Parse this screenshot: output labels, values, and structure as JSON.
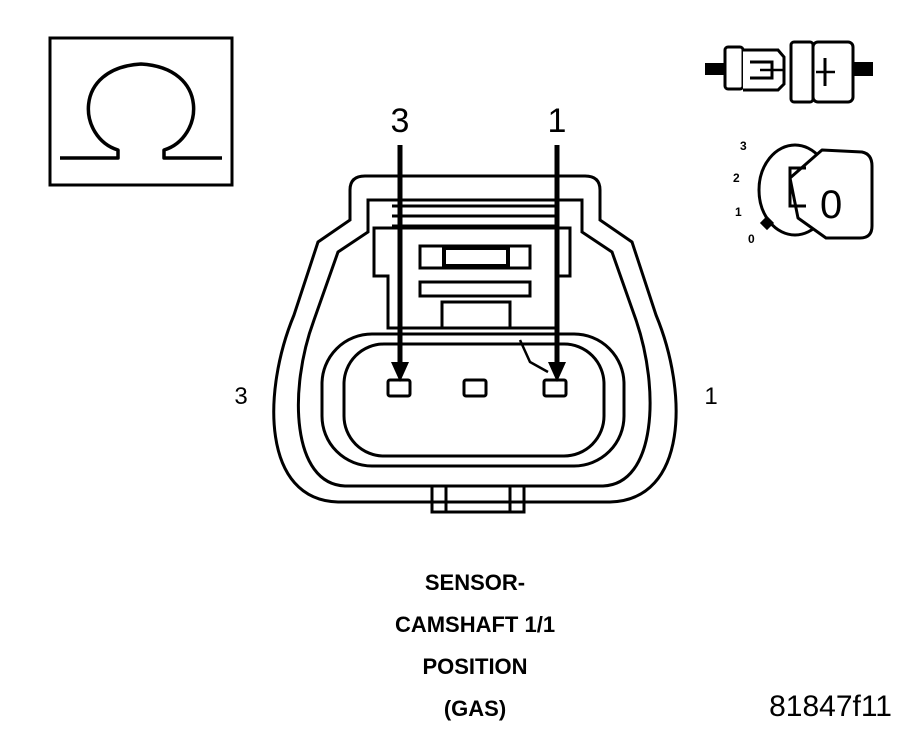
{
  "connector": {
    "callouts": {
      "left": "3",
      "right": "1"
    },
    "side_labels": {
      "left": "3",
      "right": "1"
    }
  },
  "title": {
    "lines": [
      "SENSOR-",
      "CAMSHAFT 1/1",
      "POSITION",
      "(GAS)"
    ]
  },
  "figure_id": "81847f11",
  "ignition_key": {
    "scale": [
      "3",
      "2",
      "1",
      "0"
    ],
    "key_label": "0"
  },
  "icons": {
    "ohmmeter": "omega-ohm-icon",
    "connector": "disconnected-connector-icon",
    "ignition": "ignition-key-off-icon"
  }
}
